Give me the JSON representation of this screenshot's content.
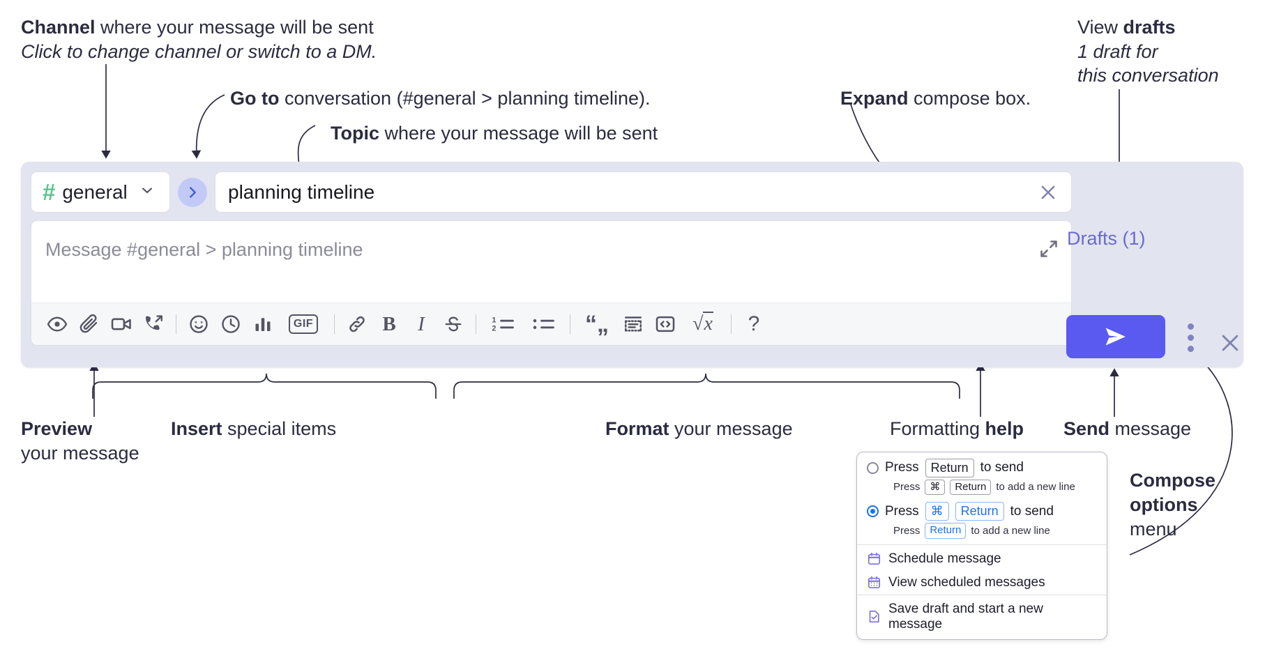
{
  "annotations": {
    "channel": {
      "line1_bold": "Channel",
      "line1_rest": " where your message will be sent",
      "line2_italic": "Click to change channel or switch to a DM."
    },
    "goto": {
      "bold": "Go to",
      "rest": " conversation (#general > planning timeline)."
    },
    "topic": {
      "bold": "Topic",
      "rest": " where your message will be sent"
    },
    "expand": {
      "bold": "Expand",
      "rest": " compose box."
    },
    "drafts": {
      "line1_plain": "View ",
      "line1_bold": "drafts",
      "line2_italic": "1 draft for",
      "line3_italic": "this conversation"
    },
    "preview": {
      "bold": "Preview",
      "rest": "your message"
    },
    "insert": {
      "bold": "Insert",
      "rest": " special items"
    },
    "format": {
      "bold": "Format",
      "rest": " your message"
    },
    "help": {
      "plain": "Formatting ",
      "bold": "help"
    },
    "send": {
      "bold": "Send",
      "rest": " message"
    },
    "compose_options": {
      "bold1": "Compose",
      "bold2": "options",
      "plain": "menu"
    }
  },
  "compose": {
    "channel_name": "general",
    "hash_symbol": "#",
    "topic_value": "planning timeline",
    "message_placeholder": "Message #general > planning timeline",
    "drafts_label": "Drafts (1)",
    "toolbar_left": [
      {
        "name": "preview-icon",
        "title": "Preview"
      },
      {
        "name": "attachment-icon",
        "title": "Attach file"
      },
      {
        "name": "video-icon",
        "title": "Video"
      },
      {
        "name": "phone-icon",
        "title": "Call"
      },
      {
        "name": "emoji-icon",
        "title": "Emoji"
      },
      {
        "name": "clock-icon",
        "title": "Reminder"
      },
      {
        "name": "poll-icon",
        "title": "Poll"
      },
      {
        "name": "gif-icon",
        "title": "GIF",
        "label": "GIF"
      }
    ],
    "toolbar_format": [
      {
        "name": "link-icon",
        "title": "Link"
      },
      {
        "name": "bold-icon",
        "title": "Bold",
        "label": "B"
      },
      {
        "name": "italic-icon",
        "title": "Italic",
        "label": "I"
      },
      {
        "name": "strikethrough-icon",
        "title": "Strikethrough",
        "label": "S"
      },
      {
        "name": "ordered-list-icon",
        "title": "Ordered list"
      },
      {
        "name": "bullet-list-icon",
        "title": "Bulleted list"
      },
      {
        "name": "blockquote-icon",
        "title": "Blockquote"
      },
      {
        "name": "code-block-icon",
        "title": "Code block"
      },
      {
        "name": "inline-code-icon",
        "title": "Code"
      },
      {
        "name": "math-icon",
        "title": "Math"
      }
    ],
    "help_label": "?"
  },
  "popup": {
    "option1": {
      "main_pre": "Press",
      "main_key": "Return",
      "main_post": "to send",
      "sub_pre": "Press",
      "sub_key1": "⌘",
      "sub_key2": "Return",
      "sub_post": "to add a new line",
      "selected": false
    },
    "option2": {
      "main_pre": "Press",
      "main_key1": "⌘",
      "main_key2": "Return",
      "main_post": "to send",
      "sub_pre": "Press",
      "sub_key": "Return",
      "sub_post": "to add a new line",
      "selected": true
    },
    "items": [
      {
        "label": "Schedule message",
        "icon": "calendar-icon"
      },
      {
        "label": "View scheduled messages",
        "icon": "calendar-grid-icon"
      },
      {
        "label": "Save draft and start a new message",
        "icon": "document-check-icon"
      }
    ]
  },
  "colors": {
    "panel_bg": "#e2e5f0",
    "accent_send": "#5a5af0",
    "hash_green": "#5bc48c",
    "drafts_purple": "#6a6ad0",
    "radio_blue": "#1a73e8",
    "menu_icon_purple": "#7b6fe0"
  }
}
